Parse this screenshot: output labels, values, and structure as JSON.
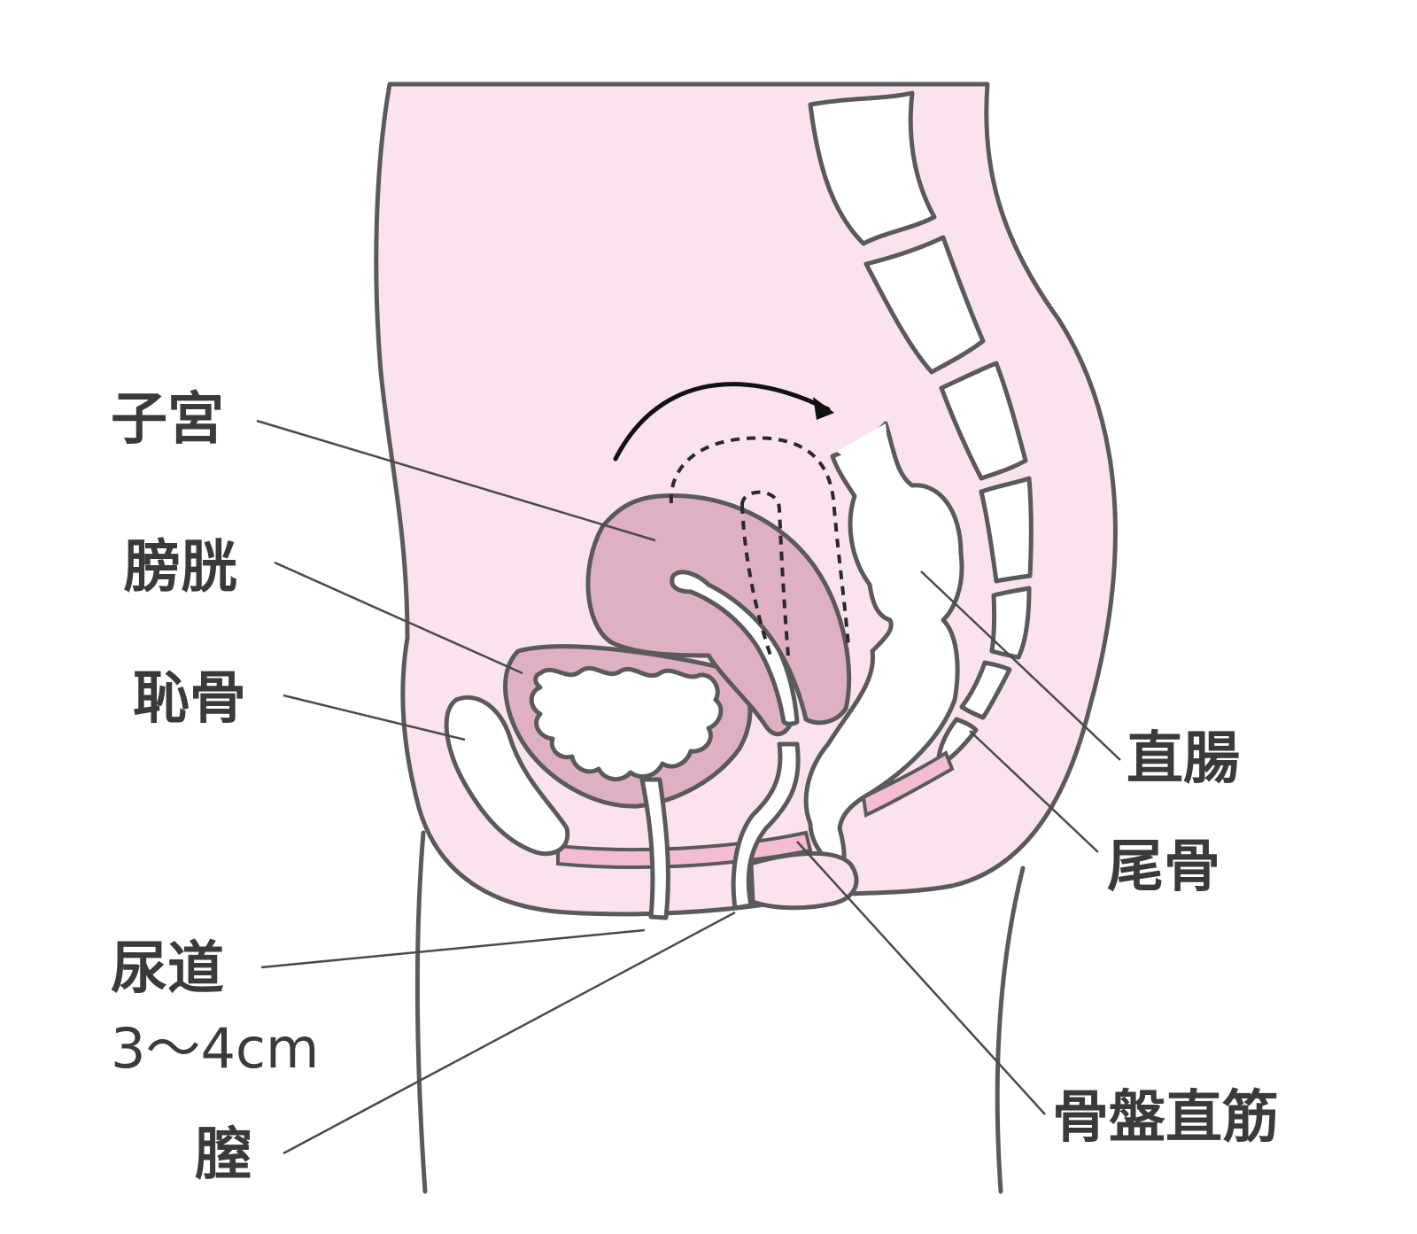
{
  "labels": {
    "uterus": "子宮",
    "bladder": "膀胱",
    "pubic_bone": "恥骨",
    "urethra": "尿道",
    "urethra_length": "3～4cm",
    "vagina": "膣",
    "rectum": "直腸",
    "coccyx": "尾骨",
    "pelvic_muscle": "骨盤直筋"
  },
  "colors": {
    "body_fill": "#fae3ee",
    "organ_fill": "#dfafc3",
    "muscle_fill": "#f4bcd3",
    "outline": "#5a5a5a",
    "white": "#ffffff",
    "text": "#3a3a3a"
  }
}
